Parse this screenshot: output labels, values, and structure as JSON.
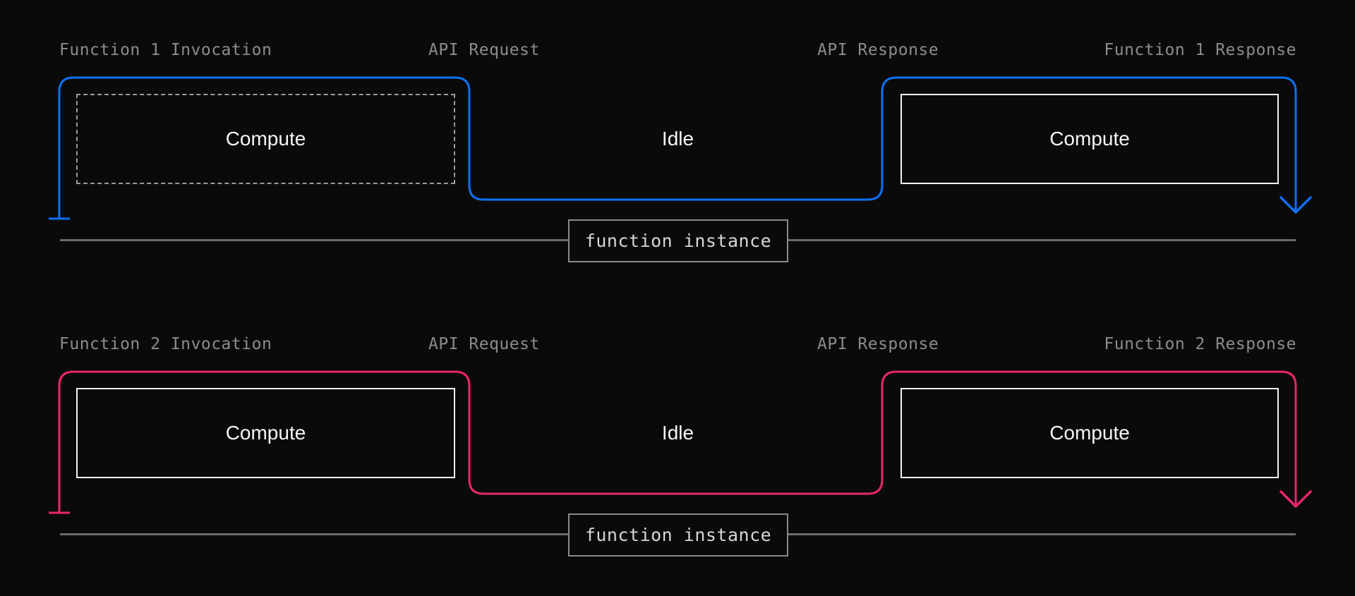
{
  "colors": {
    "background": "#0a0a0a",
    "accent_blue": "#0e70f3",
    "accent_pink": "#ea256d",
    "label_gray": "#8c8c8c",
    "rule_gray": "#6c6c6c",
    "box_border_white": "#f2f2f2",
    "dashed_border_gray": "#9b9b9b",
    "instance_border_gray": "#8a8a8a"
  },
  "rows": [
    {
      "name": "Function 1",
      "color": "#0e70f3",
      "left_box_style": "dashed",
      "labels": {
        "invocation": "Function 1 Invocation",
        "api_request": "API Request",
        "api_response": "API Response",
        "response": "Function 1 Response"
      },
      "phases": {
        "compute_left": "Compute",
        "idle": "Idle",
        "compute_right": "Compute"
      },
      "instance_label": "function instance"
    },
    {
      "name": "Function 2",
      "color": "#ea256d",
      "left_box_style": "solid",
      "labels": {
        "invocation": "Function 2 Invocation",
        "api_request": "API Request",
        "api_response": "API Response",
        "response": "Function 2 Response"
      },
      "phases": {
        "compute_left": "Compute",
        "idle": "Idle",
        "compute_right": "Compute"
      },
      "instance_label": "function instance"
    }
  ]
}
